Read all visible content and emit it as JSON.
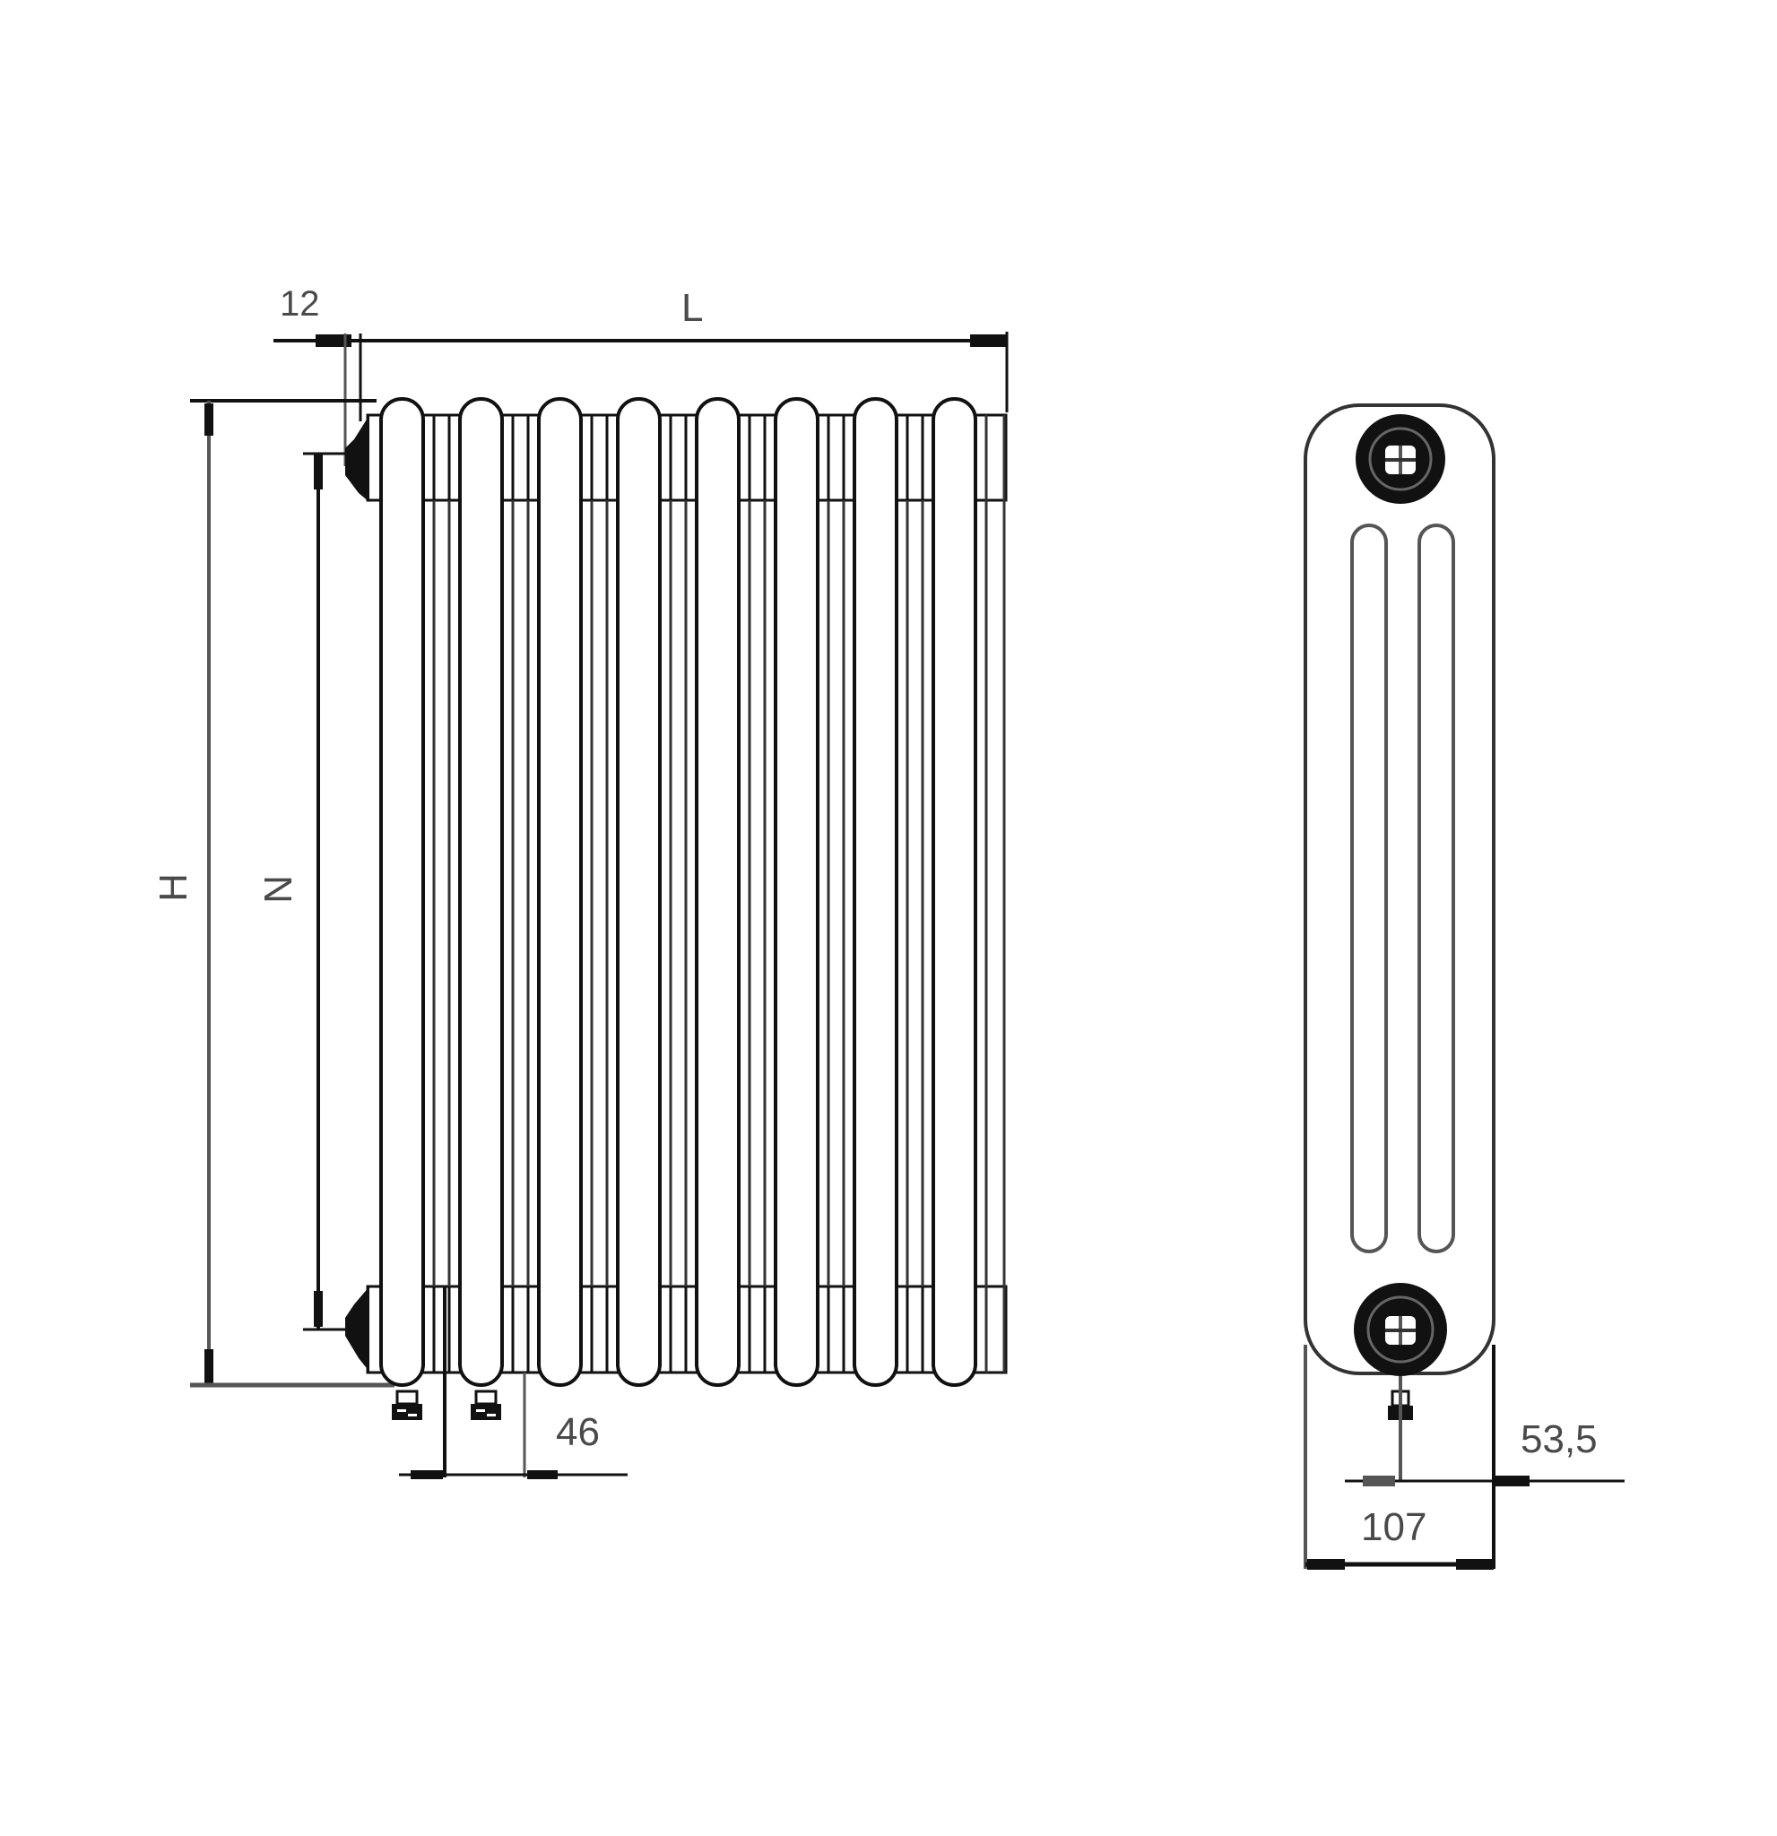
{
  "drawing": {
    "front_view": {
      "sections": 8,
      "labels": {
        "offset_top": "12",
        "length": "L",
        "height": "H",
        "centers": "N",
        "section_pitch": "46"
      }
    },
    "side_view": {
      "labels": {
        "depth": "107",
        "half_depth": "53,5"
      }
    },
    "colors": {
      "line": "#111111",
      "text": "#4a4a4a",
      "background": "#ffffff"
    }
  }
}
